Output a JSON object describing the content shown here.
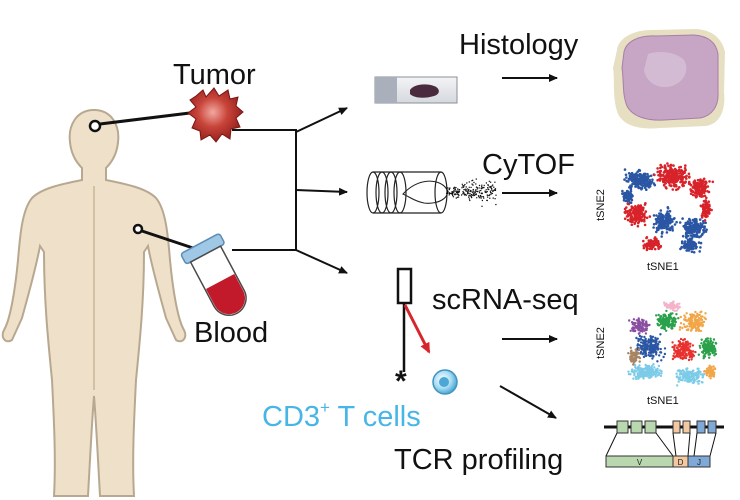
{
  "sample_labels": {
    "tumor": "Tumor",
    "blood": "Blood"
  },
  "methods": {
    "histology": "Histology",
    "cytof": "CyTOF",
    "scrnaseq": "scRNA-seq",
    "tcr": "TCR profiling"
  },
  "cells": {
    "prefix": "CD3",
    "superscript": "+",
    "suffix": " T cells"
  },
  "plots": {
    "cytof": {
      "xlabel": "tSNE1",
      "ylabel": "tSNE2"
    },
    "scrnaseq": {
      "xlabel": "tSNE1",
      "ylabel": "tSNE2"
    }
  },
  "tcr_segments": [
    "V",
    "D",
    "J"
  ],
  "colors": {
    "tcell_text": "#47b6e6",
    "body_fill": "#efe0c9",
    "tumor": "#b8342c",
    "blood": "#c21a2a",
    "arrow_red": "#d7262b",
    "cytof_clusters": [
      "#2a56a4",
      "#d8232a"
    ],
    "scrna_clusters": [
      "#2a56a4",
      "#e8322f",
      "#2aa14a",
      "#f2a64a",
      "#8a4fa0",
      "#f4b3c8",
      "#7ccbe8",
      "#a88462"
    ],
    "segment_v": "#b9d8b0",
    "segment_d": "#f3c9a1",
    "segment_j": "#7fa9d7"
  }
}
